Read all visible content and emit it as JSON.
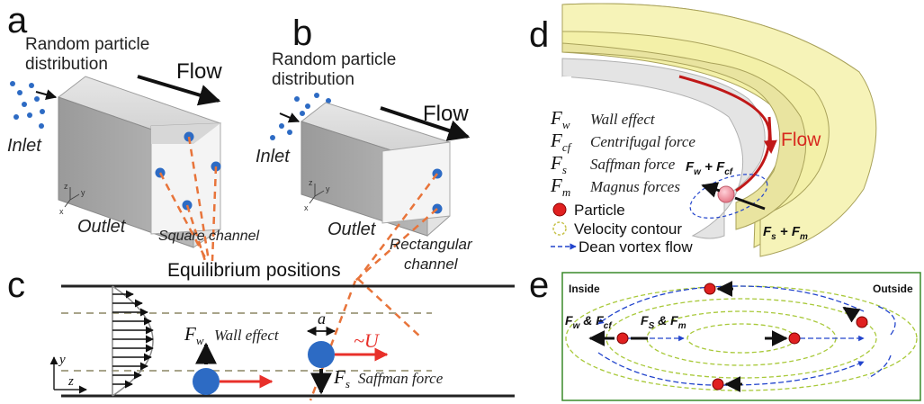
{
  "panels": {
    "a": {
      "letter": "a",
      "random_line1": "Random particle",
      "random_line2": "distribution",
      "flow": "Flow",
      "inlet": "Inlet",
      "outlet": "Outlet",
      "channel": "Square channel"
    },
    "b": {
      "letter": "b",
      "random_line1": "Random particle",
      "random_line2": "distribution",
      "flow": "Flow",
      "inlet": "Inlet",
      "outlet": "Outlet",
      "channel_line1": "Rectangular",
      "channel_line2": "channel"
    },
    "c": {
      "letter": "c",
      "equilibrium": "Equilibrium positions",
      "fw_sym": "F",
      "fw_sub": "w",
      "fw_desc": "Wall effect",
      "fs_sym": "F",
      "fs_sub": "s",
      "fs_desc": "Saffman force",
      "a_label": "a",
      "u_label": "~U",
      "y_axis": "y",
      "z_axis": "z"
    },
    "d": {
      "letter": "d",
      "flow": "Flow",
      "forces": [
        {
          "sym": "F",
          "sub": "w",
          "desc": "Wall effect"
        },
        {
          "sym": "F",
          "sub": "cf",
          "desc": "Centrifugal force"
        },
        {
          "sym": "F",
          "sub": "s",
          "desc": "Saffman force"
        },
        {
          "sym": "F",
          "sub": "m",
          "desc": "Magnus forces"
        }
      ],
      "legend": [
        {
          "label": "Particle",
          "icon": "red-circle-icon"
        },
        {
          "label": "Velocity contour",
          "icon": "dashed-circle-icon"
        },
        {
          "label": "Dean vortex flow",
          "icon": "dashed-arrow-icon"
        }
      ],
      "fw_fcf": {
        "a": "F",
        "a_sub": "w",
        "plus": " + ",
        "b": "F",
        "b_sub": "cf"
      },
      "fs_fm": {
        "a": "F",
        "a_sub": "s",
        "plus": " + ",
        "b": "F",
        "b_sub": "m"
      }
    },
    "e": {
      "letter": "e",
      "inside": "Inside",
      "outside": "Outside",
      "fw_fcf": {
        "a": "F",
        "a_sub": "w",
        "amp": " & ",
        "b": "F",
        "b_sub": "cf"
      },
      "fs_fm": {
        "a": "F",
        "a_sub": "S",
        "amp": " & ",
        "b": "F",
        "b_sub": "m"
      }
    }
  },
  "colors": {
    "particle_blue": "#2d6bc4",
    "particle_red": "#e02020",
    "dashed_orange": "#e8743a",
    "arrow_red": "#e8302a",
    "channel_yellow": "#f3f0a8",
    "dean_blue": "#2244cc",
    "contour_green": "#a9c93a",
    "border_green": "#3a8a2a"
  }
}
